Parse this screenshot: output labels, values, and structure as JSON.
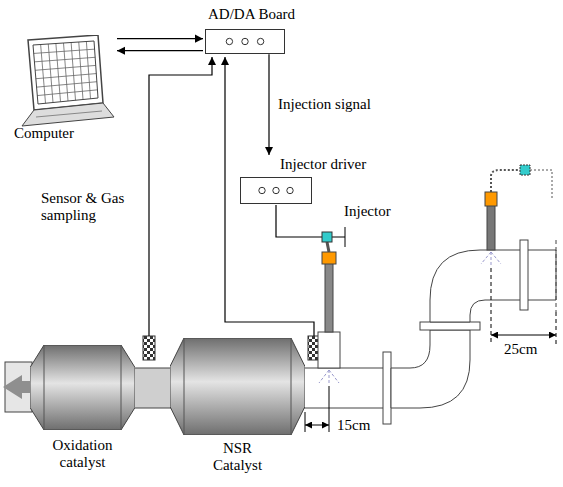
{
  "diagram": {
    "nodes": [
      {
        "text": [
          "Computer"
        ]
      },
      {
        "text": [
          "AD/DA Board"
        ]
      },
      {
        "text": [
          "Injector driver"
        ]
      },
      {
        "text": [
          "Oxidation catalyst"
        ]
      },
      {
        "text": [
          "NSR Catalyst"
        ]
      }
    ],
    "edges": [
      {
        "from": 0,
        "to": 1,
        "arrow": "to"
      },
      {
        "from": 1,
        "to": 0,
        "arrow": "to"
      },
      {
        "from": 1,
        "to": 2,
        "arrow": "to",
        "label": "Injection signal"
      }
    ],
    "labels": [
      "Sensor & Gas sampling",
      "Injector",
      "15cm",
      "25cm"
    ]
  }
}
